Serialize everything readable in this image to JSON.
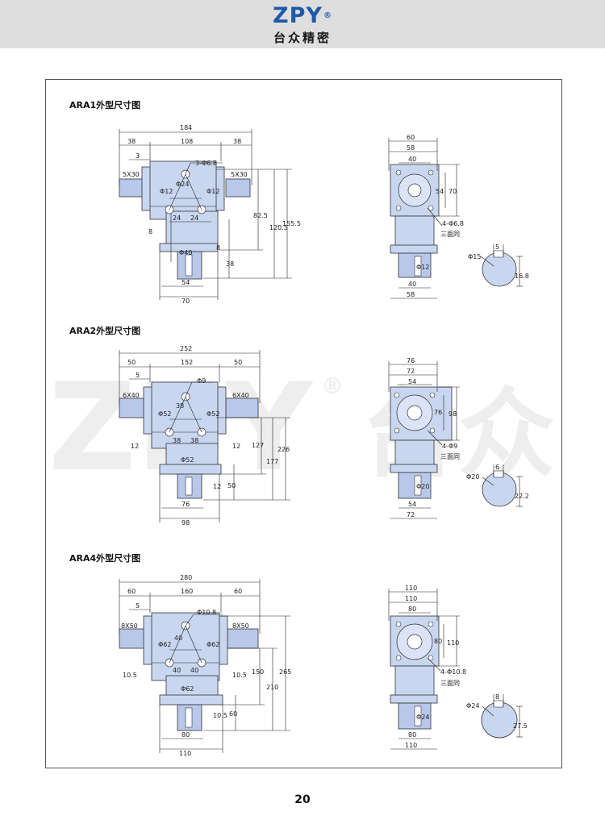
{
  "header": {
    "brand": "ZPY",
    "brand_mark": "®",
    "brand_cn": "台众精密"
  },
  "watermark": {
    "latin": "ZPY",
    "mark": "®",
    "cn": "台众"
  },
  "sections": [
    {
      "title": "ARA1外型尺寸图",
      "front": {
        "overall": "184",
        "mid": "108",
        "side_l": "38",
        "side_r": "38",
        "small": "3",
        "key_l": "5X30",
        "key_r": "5X30",
        "hole": "3-Φ6.8",
        "dia_l": "Φ12",
        "dia_r": "Φ12",
        "dia_t": "Φ24",
        "off1": "24",
        "off2": "24",
        "bore": "Φ40",
        "base1": "54",
        "base2": "70",
        "h1": "82.5",
        "h2": "120.5",
        "h3": "155.5",
        "h4": "38",
        "h5": "8",
        "h6": "8"
      },
      "side": {
        "w1": "60",
        "w2": "58",
        "w3": "40",
        "v1": "54",
        "v2": "70",
        "hole": "4-Φ6.8",
        "note": "三面同",
        "b1": "40",
        "b2": "58",
        "shaft": "Φ12"
      },
      "shaft": {
        "dia": "Φ15",
        "key": "5",
        "h": "16.8"
      }
    },
    {
      "title": "ARA2外型尺寸图",
      "front": {
        "overall": "252",
        "mid": "152",
        "side_l": "50",
        "side_r": "50",
        "small": "5",
        "key_l": "6X40",
        "key_r": "6X40",
        "hole": "Φ9",
        "dia_l": "Φ52",
        "dia_r": "Φ52",
        "dia_t": "38",
        "off1": "38",
        "off2": "38",
        "bore": "Φ52",
        "base1": "76",
        "base2": "98",
        "h1": "127",
        "h2": "177",
        "h3": "226",
        "h4": "50",
        "h5": "12",
        "h6": "12",
        "h7": "12"
      },
      "side": {
        "w1": "76",
        "w2": "72",
        "w3": "54",
        "v1": "76",
        "v2": "98",
        "hole": "4-Φ9",
        "note": "三面同",
        "b1": "54",
        "b2": "72",
        "shaft": "Φ20"
      },
      "shaft": {
        "dia": "Φ20",
        "key": "6",
        "h": "22.2"
      }
    },
    {
      "title": "ARA4外型尺寸图",
      "front": {
        "overall": "280",
        "mid": "160",
        "side_l": "60",
        "side_r": "60",
        "small": "5",
        "key_l": "8X50",
        "key_r": "8X50",
        "hole": "Φ10.8",
        "dia_l": "Φ62",
        "dia_r": "Φ62",
        "dia_t": "40",
        "off1": "40",
        "off2": "40",
        "bore": "Φ62",
        "base1": "80",
        "base2": "110",
        "h1": "150",
        "h2": "210",
        "h3": "265",
        "h4": "60",
        "h5": "10.5",
        "h6": "10.5",
        "h7": "10.5"
      },
      "side": {
        "w1": "110",
        "w2": "110",
        "w3": "80",
        "v1": "80",
        "v2": "110",
        "hole": "4-Φ10.8",
        "note": "三面同",
        "b1": "80",
        "b2": "110",
        "shaft": "Φ24"
      },
      "shaft": {
        "dia": "Φ24",
        "key": "8",
        "h": "27.5"
      }
    }
  ],
  "page_number": "20"
}
